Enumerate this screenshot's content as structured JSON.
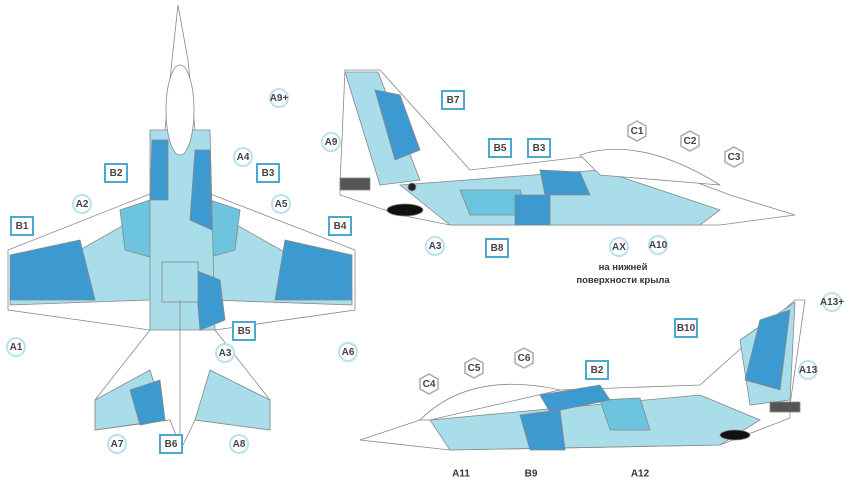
{
  "colors": {
    "light": "#a8dde9",
    "mid": "#6cc4df",
    "dark": "#3c9ad0",
    "outline": "#888888",
    "label_border": "#4aa9cf"
  },
  "top_view": {
    "labels": [
      "B1",
      "A2",
      "B2",
      "A4",
      "B3",
      "A5",
      "B4",
      "A1",
      "B5",
      "A3",
      "A6",
      "A7",
      "B6",
      "A8"
    ]
  },
  "side_view_left": {
    "labels": [
      "A9+",
      "B7",
      "A9",
      "B5",
      "B3",
      "C1",
      "C2",
      "C3",
      "A3",
      "B8",
      "AX",
      "A10"
    ],
    "caption_line1": "на нижней",
    "caption_line2": "поверхности крыла"
  },
  "side_view_right": {
    "labels": [
      "B10",
      "A13+",
      "A13",
      "C4",
      "C5",
      "C6",
      "B2",
      "A11",
      "B9",
      "A12"
    ]
  }
}
